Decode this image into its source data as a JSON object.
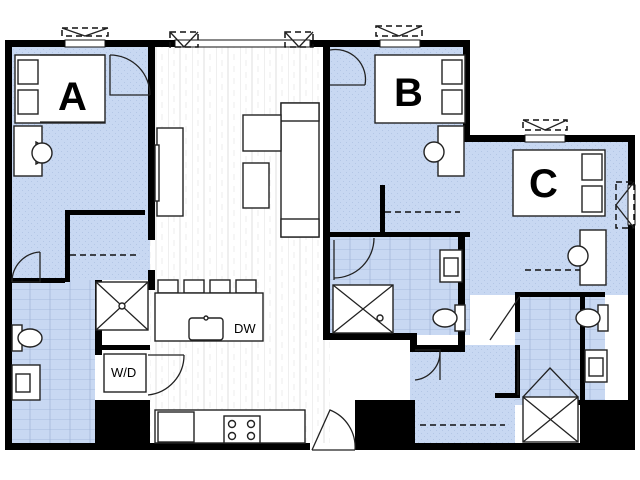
{
  "bedrooms": [
    {
      "label": "A"
    },
    {
      "label": "B"
    },
    {
      "label": "C"
    }
  ],
  "appliances": {
    "dishwasher": "DW",
    "washer_dryer": "W/D"
  },
  "colors": {
    "bedroom_floor": "#c8d8f2",
    "bath_floor": "#c8d8f2",
    "living_floor": "#ffffff",
    "walls": "#000000"
  }
}
